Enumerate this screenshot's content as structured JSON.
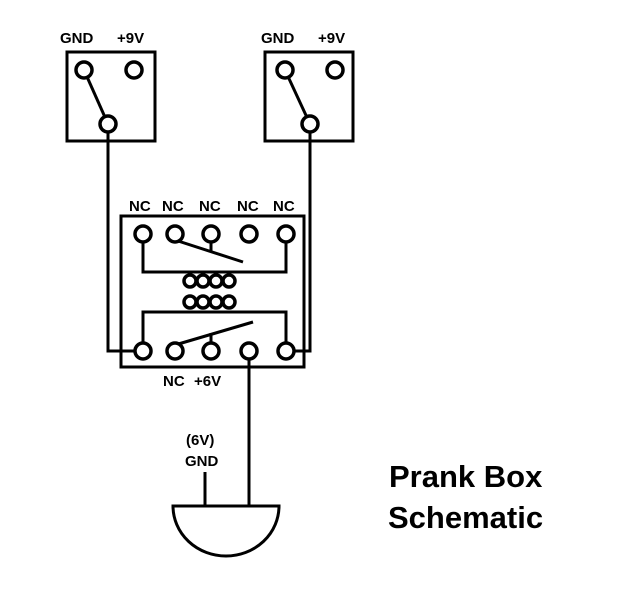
{
  "title": {
    "line1": "Prank Box",
    "line2": "Schematic"
  },
  "switches": [
    {
      "name": "switch-left",
      "labels": [
        "GND",
        "+9V"
      ]
    },
    {
      "name": "switch-right",
      "labels": [
        "GND",
        "+9V"
      ]
    }
  ],
  "relay": {
    "top_labels": [
      "NC",
      "NC",
      "NC",
      "NC",
      "NC"
    ],
    "bottom_labels": [
      "NC",
      "+6V"
    ]
  },
  "buzzer": {
    "label_line1": "(6V)",
    "label_line2": "GND"
  },
  "colors": {
    "ink": "#000000",
    "background": "#ffffff"
  }
}
